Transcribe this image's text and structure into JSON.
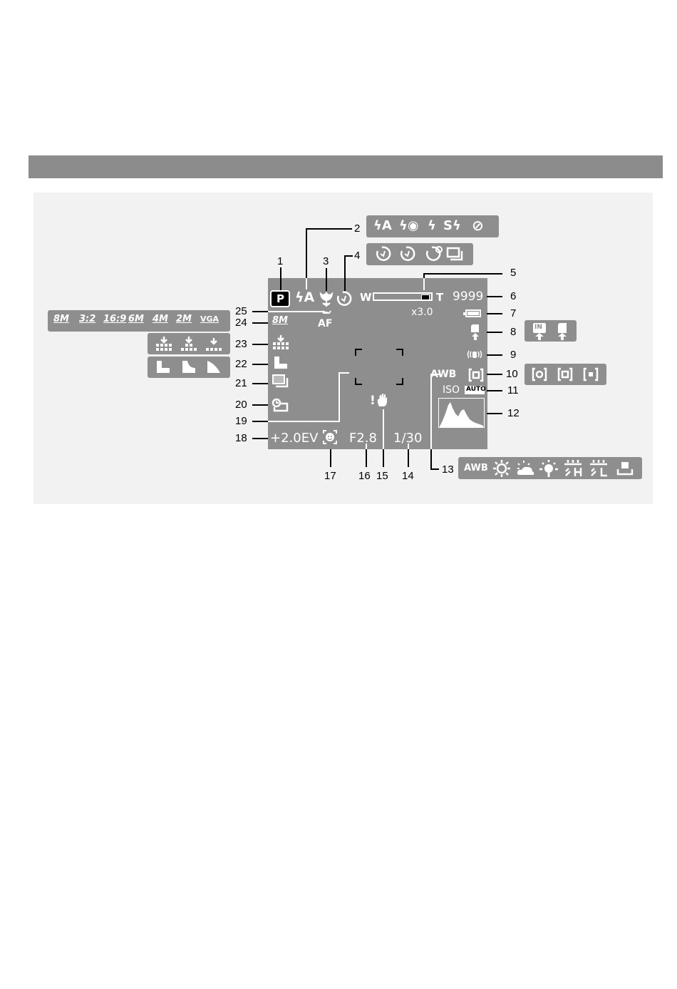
{
  "screen": {
    "mode": "P",
    "flash": "ϟA",
    "zoom_w": "W",
    "zoom_t": "T",
    "shots": "9999",
    "zoom": "x3.0",
    "wb": "AWB",
    "iso": "ISO",
    "iso_value": "AUTO",
    "size": "8M",
    "af": "AF",
    "ev": "+2.0EV",
    "aperture": "F2.8",
    "shutter": "1/30",
    "hand_warning": "!"
  },
  "callouts": [
    "1",
    "2",
    "3",
    "4",
    "5",
    "6",
    "7",
    "8",
    "9",
    "10",
    "11",
    "12",
    "13",
    "14",
    "15",
    "16",
    "17",
    "18",
    "19",
    "20",
    "21",
    "22",
    "23",
    "24",
    "25"
  ],
  "flash_options": [
    "ϟA",
    "ϟ◉",
    "ϟ",
    "Sϟ",
    "⊘"
  ],
  "size_options": [
    "8M",
    "3:2",
    "16:9",
    "6M",
    "4M",
    "2M",
    "VGA"
  ],
  "memory_options": [
    "IN"
  ],
  "wb_options": [
    "AWB"
  ]
}
